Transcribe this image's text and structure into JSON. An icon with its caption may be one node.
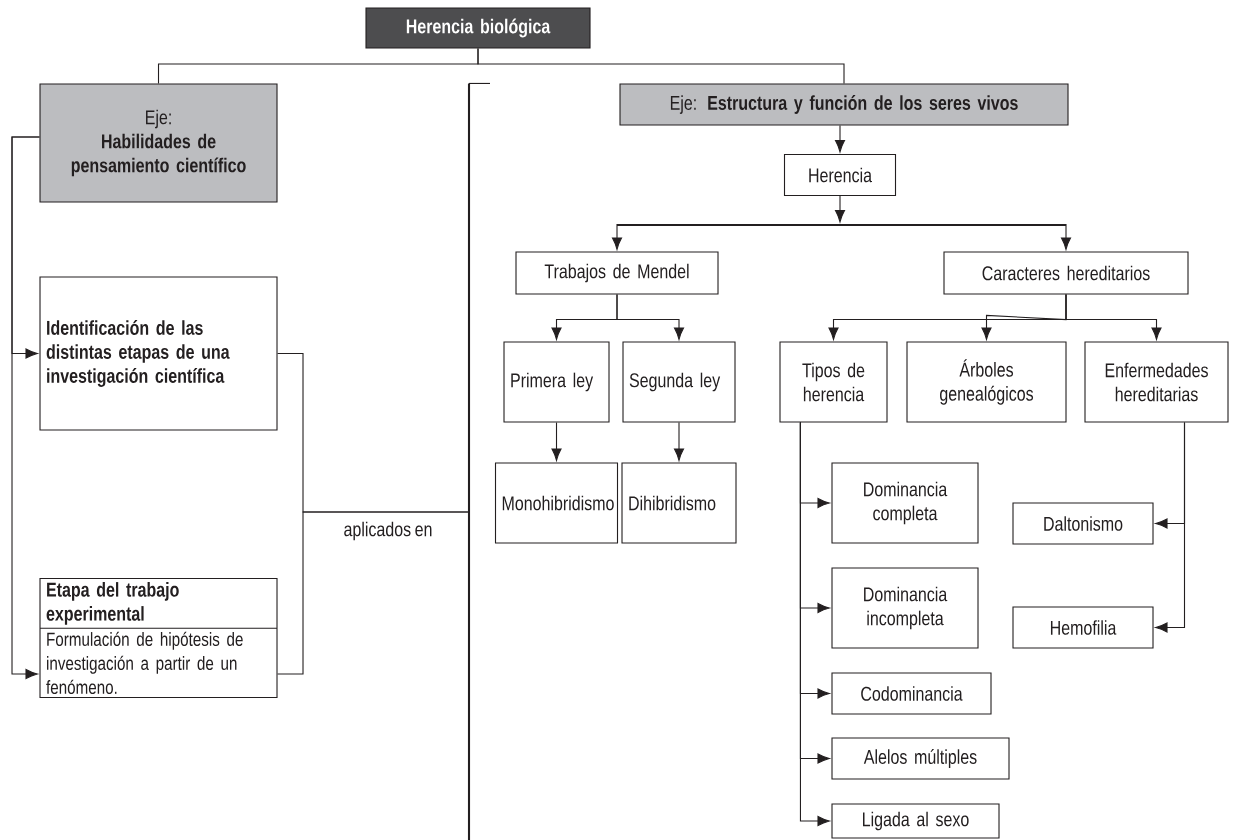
{
  "diagram": {
    "nodes": [
      {
        "text": [
          "Herencia biológica"
        ]
      },
      {
        "text": [
          "Eje:",
          "Habilidades de pensamiento científico"
        ]
      },
      {
        "text": [
          "Identificación de las distintas etapas de una investigación científica"
        ]
      },
      {
        "text": [
          "Etapa del trabajo experimental",
          "Formulación de hipótesis de investigación a partir de un fenómeno."
        ]
      },
      {
        "text": [
          "Eje: **Estructura y función de los seres vivos**"
        ]
      },
      {
        "text": [
          "Herencia"
        ]
      },
      {
        "text": [
          "Trabajos de Mendel"
        ]
      },
      {
        "text": [
          "Caracteres hereditarios"
        ]
      },
      {
        "text": [
          "Primera ley"
        ]
      },
      {
        "text": [
          "Segunda ley"
        ]
      },
      {
        "text": [
          "Tipos de herencia"
        ]
      },
      {
        "text": [
          "Árboles genealógicos"
        ]
      },
      {
        "text": [
          "Enfermedades hereditarias"
        ]
      },
      {
        "text": [
          "Monohibridismo"
        ]
      },
      {
        "text": [
          "Dihibridismo"
        ]
      },
      {
        "text": [
          "Dominancia completa"
        ]
      },
      {
        "text": [
          "Dominancia incompleta"
        ]
      },
      {
        "text": [
          "Codominancia"
        ]
      },
      {
        "text": [
          "Alelos múltiples"
        ]
      },
      {
        "text": [
          "Ligada al sexo"
        ]
      },
      {
        "text": [
          "Daltonismo"
        ]
      },
      {
        "text": [
          "Hemofilia"
        ]
      },
      {
        "text": [],
        "shape": "bar"
      },
      {
        "text": [],
        "shape": "bar"
      }
    ],
    "edges": [
      {
        "from": 0,
        "to": 1,
        "arrow": "none"
      },
      {
        "from": 0,
        "to": 4,
        "arrow": "none"
      },
      {
        "from": 1,
        "to": 2,
        "arrow": "to"
      },
      {
        "from": 1,
        "to": 3,
        "arrow": "to"
      },
      {
        "from": 2,
        "to": 22,
        "arrow": "none",
        "label": "aplicados en"
      },
      {
        "from": 3,
        "to": 22,
        "arrow": "none"
      },
      {
        "from": 4,
        "to": 5,
        "arrow": "to"
      },
      {
        "from": 5,
        "to": 23,
        "arrow": "to"
      },
      {
        "from": 23,
        "to": 6,
        "arrow": "to"
      },
      {
        "from": 6,
        "to": 8,
        "arrow": "to"
      },
      {
        "from": 6,
        "to": 9,
        "arrow": "to"
      },
      {
        "from": 7,
        "to": 10,
        "arrow": "to"
      },
      {
        "from": 7,
        "to": 11,
        "arrow": "to"
      },
      {
        "from": 7,
        "to": 12,
        "arrow": "to"
      },
      {
        "from": 8,
        "to": 13,
        "arrow": "to"
      },
      {
        "from": 9,
        "to": 14,
        "arrow": "to"
      },
      {
        "from": 10,
        "to": 15,
        "arrow": "to"
      },
      {
        "from": 10,
        "to": 16,
        "arrow": "to"
      },
      {
        "from": 10,
        "to": 17,
        "arrow": "to"
      },
      {
        "from": 10,
        "to": 18,
        "arrow": "to"
      },
      {
        "from": 10,
        "to": 19,
        "arrow": "to"
      },
      {
        "from": 12,
        "to": 20,
        "arrow": "to"
      },
      {
        "from": 12,
        "to": 21,
        "arrow": "to"
      },
      {
        "from": 23,
        "to": 7,
        "arrow": "to"
      }
    ]
  }
}
